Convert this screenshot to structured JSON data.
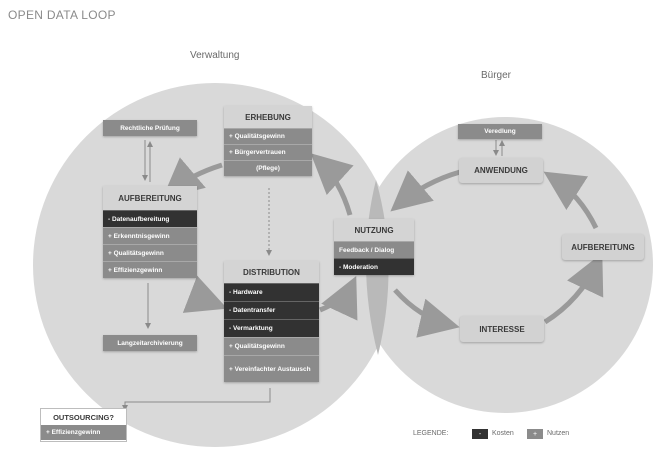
{
  "title": "OPEN DATA LOOP",
  "labels": {
    "verwaltung": "Verwaltung",
    "buerger": "Bürger"
  },
  "rechtliche_pruefung": "Rechtliche Prüfung",
  "erhebung": {
    "title": "ERHEBUNG",
    "rows": [
      "+ Qualitätsgewinn",
      "+ Bürgervertrauen",
      "(Pflege)"
    ]
  },
  "aufbereitung_left": {
    "title": "AUFBEREITUNG",
    "rows": [
      "- Datenaufbereitung",
      "+ Erkenntnisgewinn",
      "+ Qualitätsgewinn",
      "+ Effizienzgewinn"
    ]
  },
  "distribution": {
    "title": "DISTRIBUTION",
    "rows": [
      "- Hardware",
      "- Datentransfer",
      "- Vermarktung",
      "+ Qualitätsgewinn",
      "+ Vereinfachter Austausch"
    ]
  },
  "langzeit": "Langzeitarchivierung",
  "nutzung": {
    "title": "NUTZUNG",
    "rows": [
      "Feedback / Dialog",
      "- Moderation"
    ]
  },
  "veredlung": "Veredlung",
  "anwendung": "ANWENDUNG",
  "aufbereitung_right": "AUFBEREITUNG",
  "interesse": "INTERESSE",
  "outsourcing": {
    "title": "OUTSOURCING?",
    "row": "+ Effizienzgewinn"
  },
  "legend": {
    "label": "LEGENDE:",
    "kosten_symbol": "-",
    "kosten": "Kosten",
    "nutzen_symbol": "+",
    "nutzen": "Nutzen"
  },
  "colors": {
    "kosten": "#323232",
    "nutzen": "#8b8b8b",
    "circle": "#d9d9d9",
    "header": "#d4d4d4"
  }
}
